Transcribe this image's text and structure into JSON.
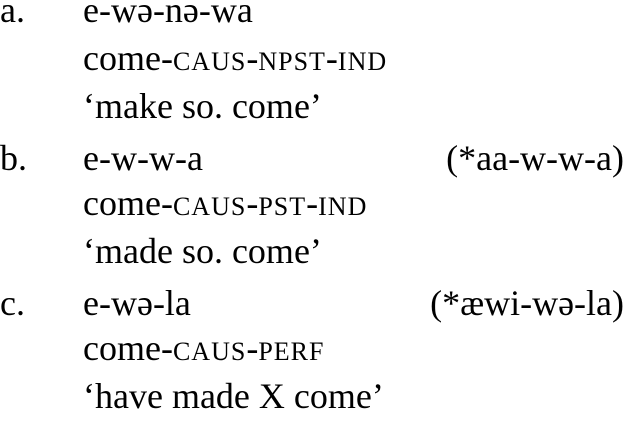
{
  "examples": [
    {
      "label": "a.",
      "form": "e-wə-nə-wa",
      "alt": "",
      "gloss": {
        "root": "come",
        "parts": [
          "-",
          "CAUS",
          "-",
          "NPST",
          "-",
          "IND"
        ]
      },
      "translation": "‘make so. come’"
    },
    {
      "label": "b.",
      "form": "e-w-w-a",
      "alt": "(*aa-w-w-a)",
      "gloss": {
        "root": "come",
        "parts": [
          "-",
          "CAUS",
          "-",
          "PST",
          "-",
          "IND"
        ]
      },
      "translation": "‘made so. come’"
    },
    {
      "label": "c.",
      "form": "e-wə-la",
      "alt": "(*æwi-wə-la)",
      "gloss": {
        "root": "come",
        "parts": [
          "-",
          "CAUS",
          "-",
          "PERF"
        ]
      },
      "translation": "‘have made X come’"
    }
  ]
}
